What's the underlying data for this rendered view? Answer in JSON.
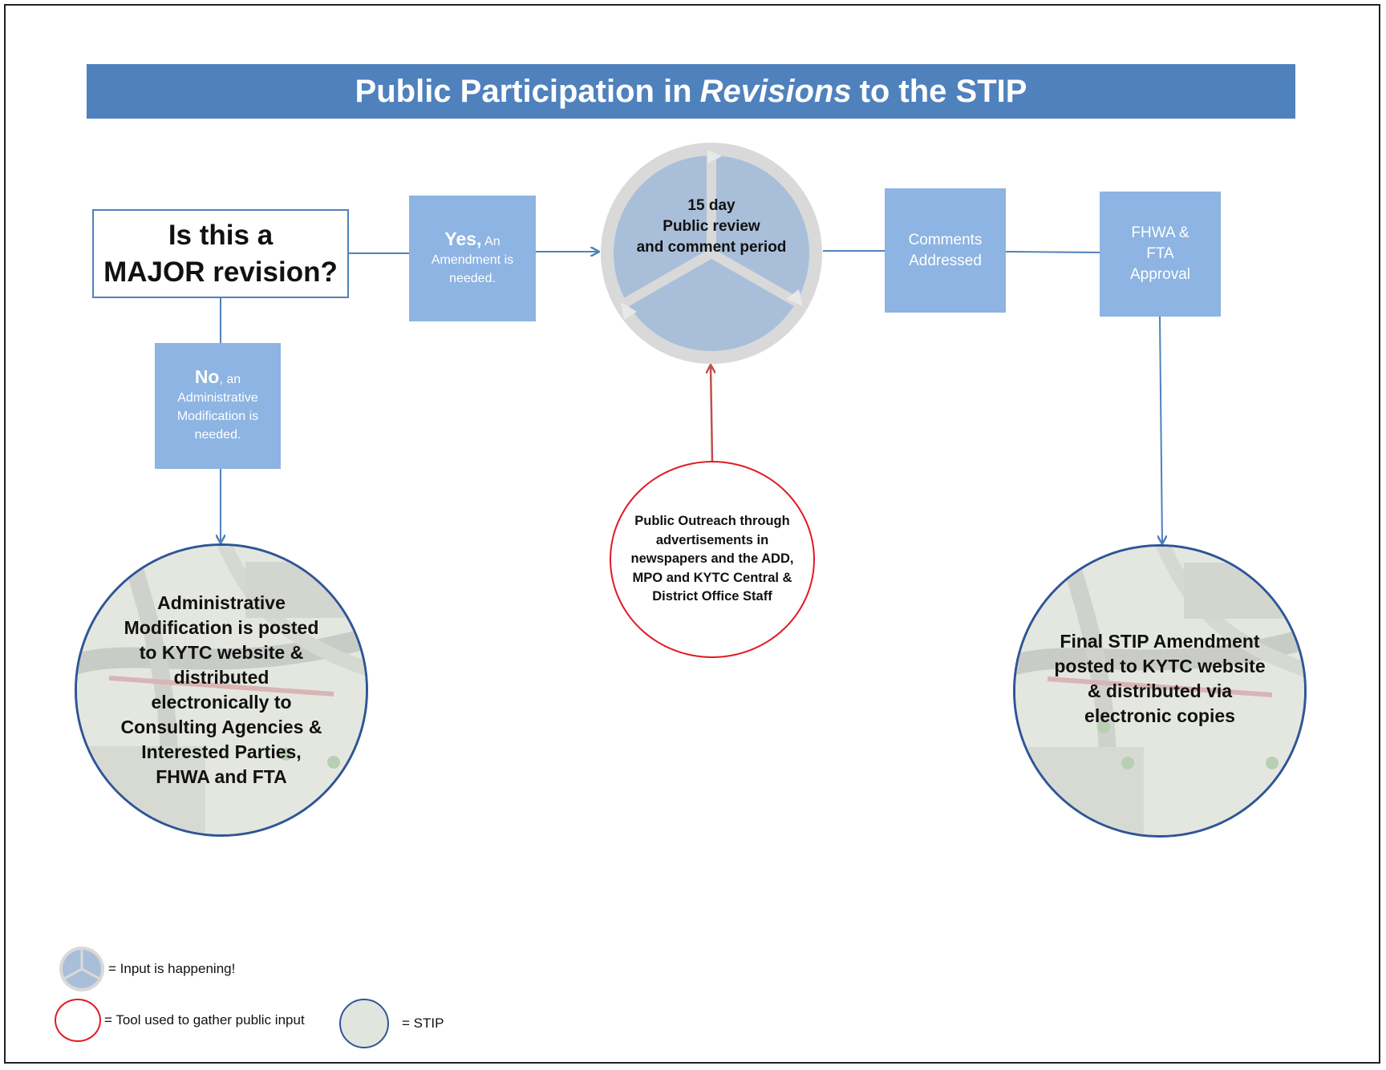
{
  "title": {
    "before": "Public Participation in",
    "emphasis": "Revisions",
    "after": "to the STIP"
  },
  "question": {
    "line1": "Is this a",
    "line2": "MAJOR revision?"
  },
  "yes_box": {
    "strong": "Yes,",
    "rest": "An Amendment is needed."
  },
  "no_box": {
    "strong": "No",
    "rest": ", an Administrative Modification is needed."
  },
  "review_circle": {
    "line1": "15 day",
    "line2": "Public review",
    "line3": "and comment period"
  },
  "comments_box": {
    "line1": "Comments",
    "line2": "Addressed"
  },
  "approval_box": {
    "line1": "FHWA &",
    "line2": "FTA",
    "line3": "Approval"
  },
  "outreach_circle": {
    "text": "Public Outreach through advertisements in newspapers and the ADD, MPO and KYTC Central & District Office Staff"
  },
  "stip_left": {
    "text": "Administrative Modification is posted to KYTC website & distributed electronically to Consulting Agencies & Interested Parties, FHWA and FTA"
  },
  "stip_right": {
    "text": "Final STIP Amendment posted to KYTC website & distributed via electronic copies"
  },
  "legend": {
    "input": "= Input is happening!",
    "tool": "= Tool used to gather public input",
    "stip": "= STIP"
  },
  "colors": {
    "banner": "#4f81bd",
    "box": "#8db4e2",
    "arrow": "#4f81bd",
    "tool_circle": "#e11b22",
    "stip_border": "#2f5597"
  }
}
